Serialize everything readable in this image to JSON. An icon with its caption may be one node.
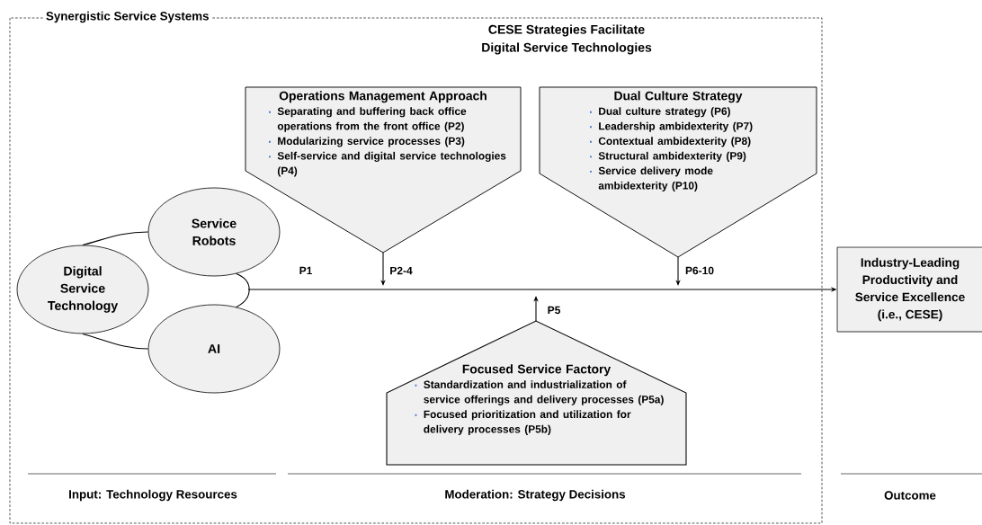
{
  "diagram": {
    "title": "CESE Strategies Facilitate Digital Service Technologies",
    "nodes": [
      {
        "text": [
          "Synergistic Service Systems"
        ]
      },
      {
        "text": [
          "Digital Service Technology"
        ],
        "in": 0
      },
      {
        "text": [
          "Service Robots"
        ],
        "in": 0
      },
      {
        "text": [
          "AI"
        ],
        "in": 0
      },
      {
        "text": [
          "Operations Management Approach",
          "Separating and buffering back office operations from the front office (P2)",
          "Modularizing service processes (P3)",
          "Self-service and digital service technologies (P4)"
        ],
        "in": 0
      },
      {
        "text": [
          "Dual Culture Strategy",
          "Dual culture strategy (P6)",
          "Leadership ambidexterity (P7)",
          "Contextual ambidexterity (P8)",
          "Structural ambidexterity (P9)",
          "Service delivery mode ambidexterity (P10)"
        ],
        "in": 0
      },
      {
        "text": [
          "Focused Service Factory",
          "Standardization and industrialization of service offerings and delivery processes (P5a)",
          "Focused prioritization and utilization for delivery processes (P5b)"
        ],
        "in": 0
      },
      {
        "text": [
          "Industry-Leading Productivity and Service Excellence (i.e., CESE)"
        ]
      }
    ],
    "edges": [
      {
        "from": 1,
        "to": 2,
        "arrow": "none"
      },
      {
        "from": 1,
        "to": 3,
        "arrow": "none"
      },
      {
        "from": 2,
        "to": 3,
        "arrow": "none"
      },
      {
        "from": null,
        "to": 7,
        "arrow": "to",
        "label": "P1"
      },
      {
        "from": 4,
        "to": null,
        "arrow": "to",
        "label": "P2-4"
      },
      {
        "from": 5,
        "to": null,
        "arrow": "to",
        "label": "P6-10"
      },
      {
        "from": 6,
        "to": null,
        "arrow": "to",
        "label": "P5"
      }
    ],
    "labels": [
      "Input: Technology Resources",
      "Moderation: Strategy Decisions",
      "Outcome"
    ]
  }
}
